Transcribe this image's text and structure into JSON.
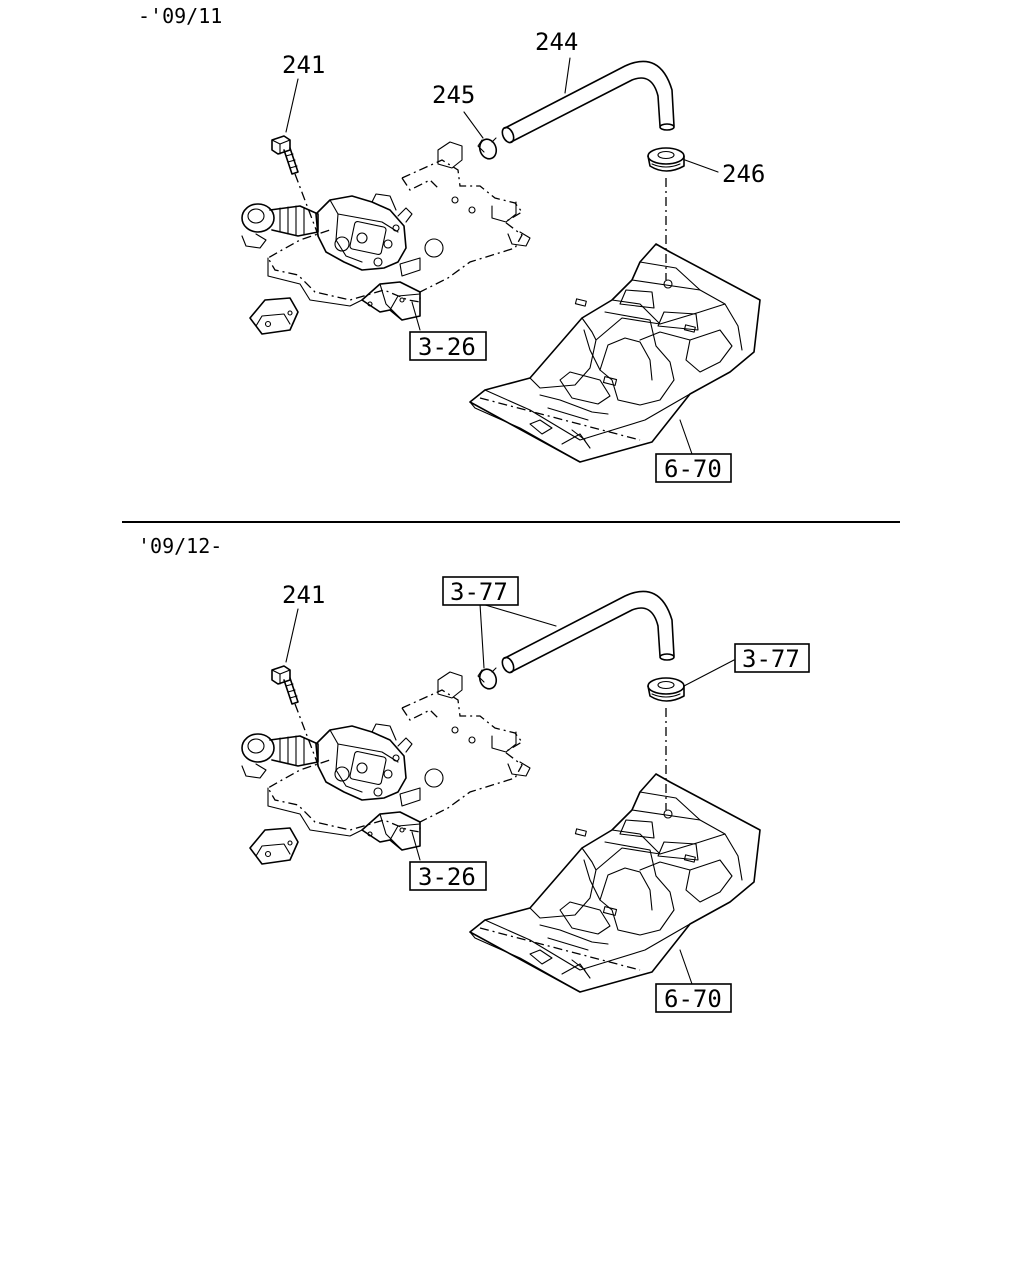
{
  "sections": [
    {
      "period": "-'09/11",
      "callouts": {
        "bolt": "241",
        "clamp": "245",
        "hose": "244",
        "grommet": "246"
      },
      "refs": {
        "bracket": "3-26",
        "floor": "6-70"
      }
    },
    {
      "period": "'09/12-",
      "callouts": {
        "bolt": "241"
      },
      "refs": {
        "hose_clamp": "3-77",
        "grommet": "3-77",
        "bracket": "3-26",
        "floor": "6-70"
      }
    }
  ]
}
